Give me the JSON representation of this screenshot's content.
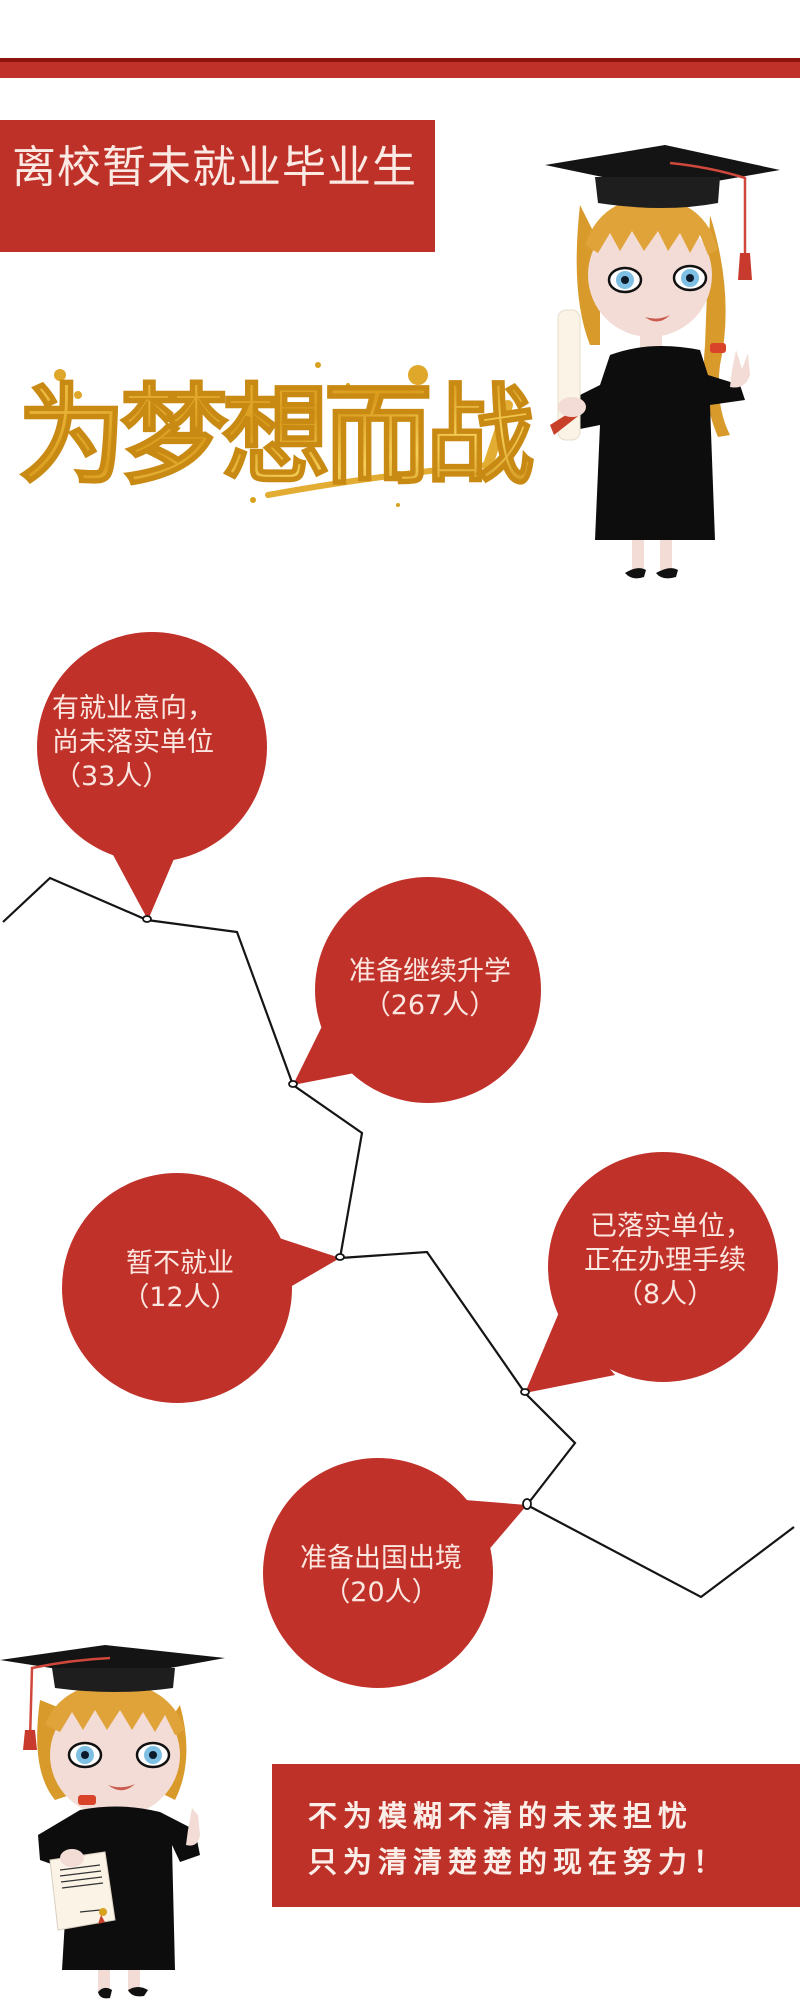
{
  "header": {
    "title": "离校暂未就业毕业生",
    "accent_color": "#c0312a",
    "accent_dark": "#8e1410"
  },
  "slogan": {
    "text": "为梦想而战",
    "color": "#d9a21e"
  },
  "bubbles": [
    {
      "lines": [
        "有就业意向，",
        "尚未落实单位",
        "（33人）"
      ],
      "category": "有就业意向，尚未落实单位",
      "count": 33
    },
    {
      "lines": [
        "准备继续升学",
        "（267人）"
      ],
      "category": "准备继续升学",
      "count": 267
    },
    {
      "lines": [
        "暂不就业",
        "（12人）"
      ],
      "category": "暂不就业",
      "count": 12
    },
    {
      "lines": [
        "已落实单位，",
        "正在办理手续",
        "（8人）"
      ],
      "category": "已落实单位，正在办理手续",
      "count": 8
    },
    {
      "lines": [
        "准备出国出境",
        "（20人）"
      ],
      "category": "准备出国出境",
      "count": 20
    }
  ],
  "footer": {
    "line1": "不为模糊不清的未来担忧",
    "line2": "只为清清楚楚的现在努力！"
  },
  "illustrations": {
    "top": "graduate-girl-holding-diploma-waving",
    "bottom": "graduate-girl-holding-certificate-thumbs-up"
  },
  "chart_data": {
    "type": "table",
    "title": "离校暂未就业毕业生",
    "categories": [
      "有就业意向，尚未落实单位",
      "准备继续升学",
      "暂不就业",
      "已落实单位，正在办理手续",
      "准备出国出境"
    ],
    "values": [
      33,
      267,
      12,
      8,
      20
    ],
    "unit": "人"
  }
}
